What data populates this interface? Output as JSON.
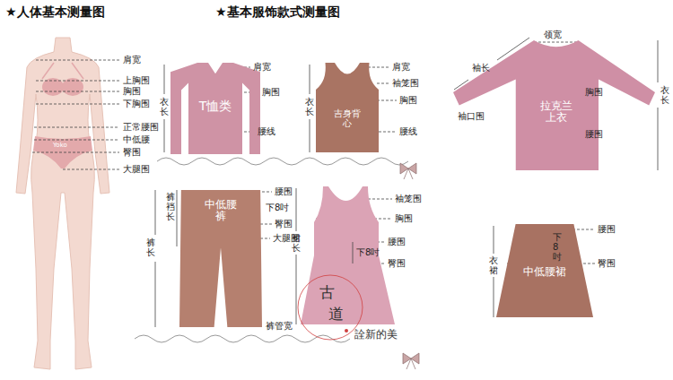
{
  "diagram": {
    "title": "★人体基本测量图",
    "nodes": [
      {
        "text": [
          "T恤类"
        ]
      },
      {
        "text": [
          "吉身背心"
        ]
      },
      {
        "text": [
          "拉克兰 上衣"
        ]
      },
      {
        "text": [
          "中低腰裤"
        ]
      },
      {
        "text": [
          "中低腰裙"
        ]
      }
    ],
    "labels": [
      "★基本服饰款式测量图",
      "肩宽",
      "上胸围",
      "胸围",
      "下胸围",
      "正常腰围",
      "中低腰",
      "臀围",
      "大腿围",
      "肩宽",
      "胸围",
      "腰线",
      "衣长",
      "肩宽",
      "袖笼围",
      "胸围",
      "腰线",
      "衣长",
      "领宽",
      "袖长",
      "胸围",
      "腰围",
      "袖口围",
      "衣长",
      "腰围",
      "裤裆长",
      "下8吋",
      "臀围",
      "大腿围",
      "裤长",
      "裤管宽",
      "袖笼围",
      "胸围",
      "腰围",
      "下8吋",
      "臀围",
      "裙长",
      "腰围",
      "下8吋",
      "臀围",
      "衣裙",
      "古",
      "道",
      "詮新的美",
      "Yoko"
    ]
  }
}
